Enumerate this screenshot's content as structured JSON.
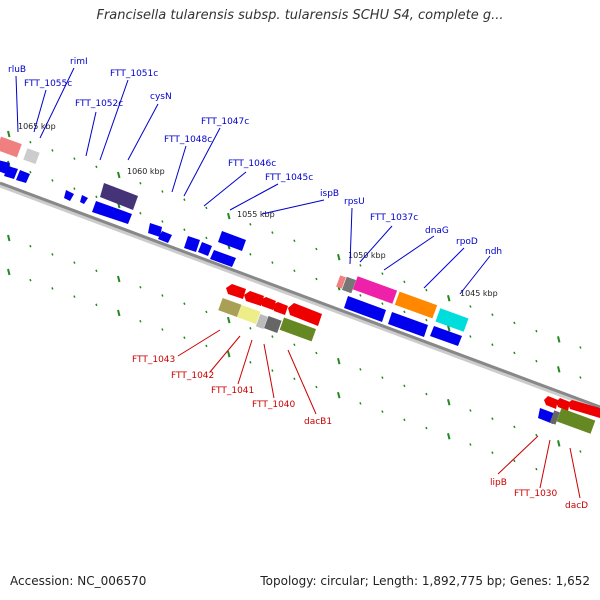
{
  "title": "Francisella tularensis subsp. tularensis SCHU S4, complete g...",
  "footer": {
    "accession": "Accession: NC_006570",
    "topology": "Topology: circular; Length: 1,892,775 bp; Genes: 1,652"
  },
  "colors": {
    "forward_label": "#0000cc",
    "reverse_label": "#cc0000",
    "backbone": "#888888",
    "tick": "#228822"
  },
  "kbp_labels": [
    "1065 kbp",
    "1060 kbp",
    "1055 kbp",
    "1050 kbp",
    "1045 kbp"
  ],
  "forward_labels": [
    "rluB",
    "FTT_1055c",
    "rimI",
    "FTT_1051c",
    "FTT_1052c",
    "cysN",
    "FTT_1047c",
    "FTT_1048c",
    "FTT_1046c",
    "FTT_1045c",
    "ispB",
    "rpsU",
    "FTT_1037c",
    "dnaG",
    "rpoD",
    "ndh"
  ],
  "reverse_labels": [
    "FTT_1043",
    "FTT_1042",
    "FTT_1041",
    "FTT_1040",
    "dacB1",
    "lipB",
    "FTT_1030",
    "dacD"
  ]
}
